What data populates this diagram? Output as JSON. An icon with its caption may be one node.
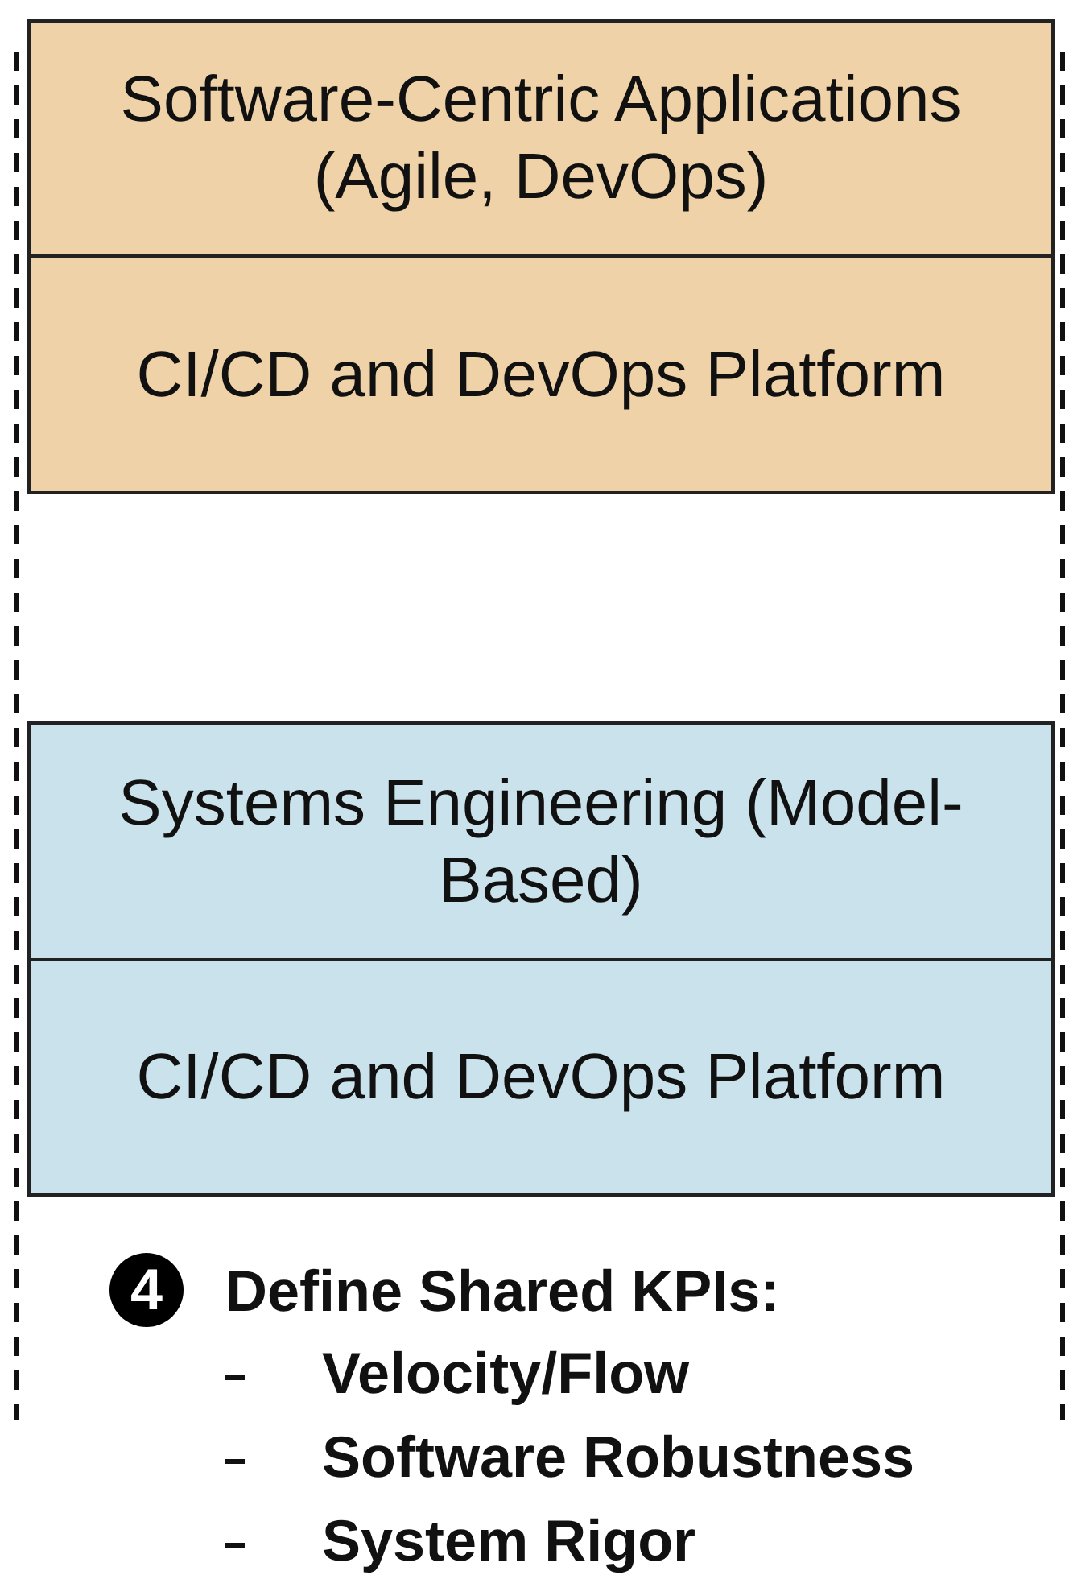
{
  "diagram": {
    "nodes": [
      {
        "text": [
          "Software-Centric Applications (Agile, DevOps)"
        ]
      },
      {
        "text": [
          "CI/CD and DevOps Platform"
        ]
      },
      {
        "text": [
          "Systems Engineering (Model-Based)"
        ]
      },
      {
        "text": [
          "CI/CD and DevOps Platform"
        ]
      }
    ],
    "edges": [],
    "labels": [
      "4",
      "Define Shared KPIs:",
      "Velocity/Flow",
      "Software Robustness",
      "System Rigor"
    ]
  }
}
